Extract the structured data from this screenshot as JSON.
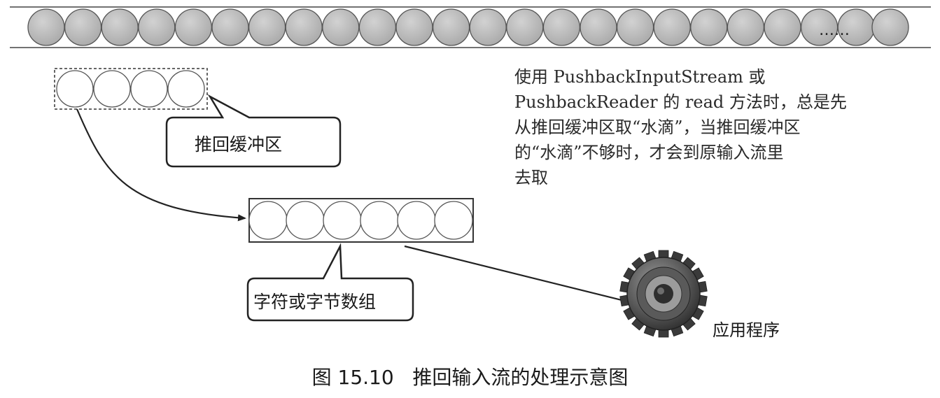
{
  "stream": {
    "ellipsis": "……"
  },
  "labels": {
    "pushback_buffer": "推回缓冲区",
    "char_byte_array": "字符或字节数组",
    "application": "应用程序"
  },
  "description": {
    "lines": [
      "使用 PushbackInputStream 或",
      "PushbackReader 的 read 方法时，总是先",
      "从推回缓冲区取“水滴”，当推回缓冲区",
      "的“水滴”不够时，才会到原输入流里",
      "去取"
    ]
  },
  "caption": "图 15.10   推回输入流的处理示意图",
  "colors": {
    "drop_fill": "#b9b9b9",
    "drop_stroke": "#555555",
    "line": "#222222",
    "gear_dark": "#3a3a3a",
    "gear_light": "#8a8a8a"
  }
}
